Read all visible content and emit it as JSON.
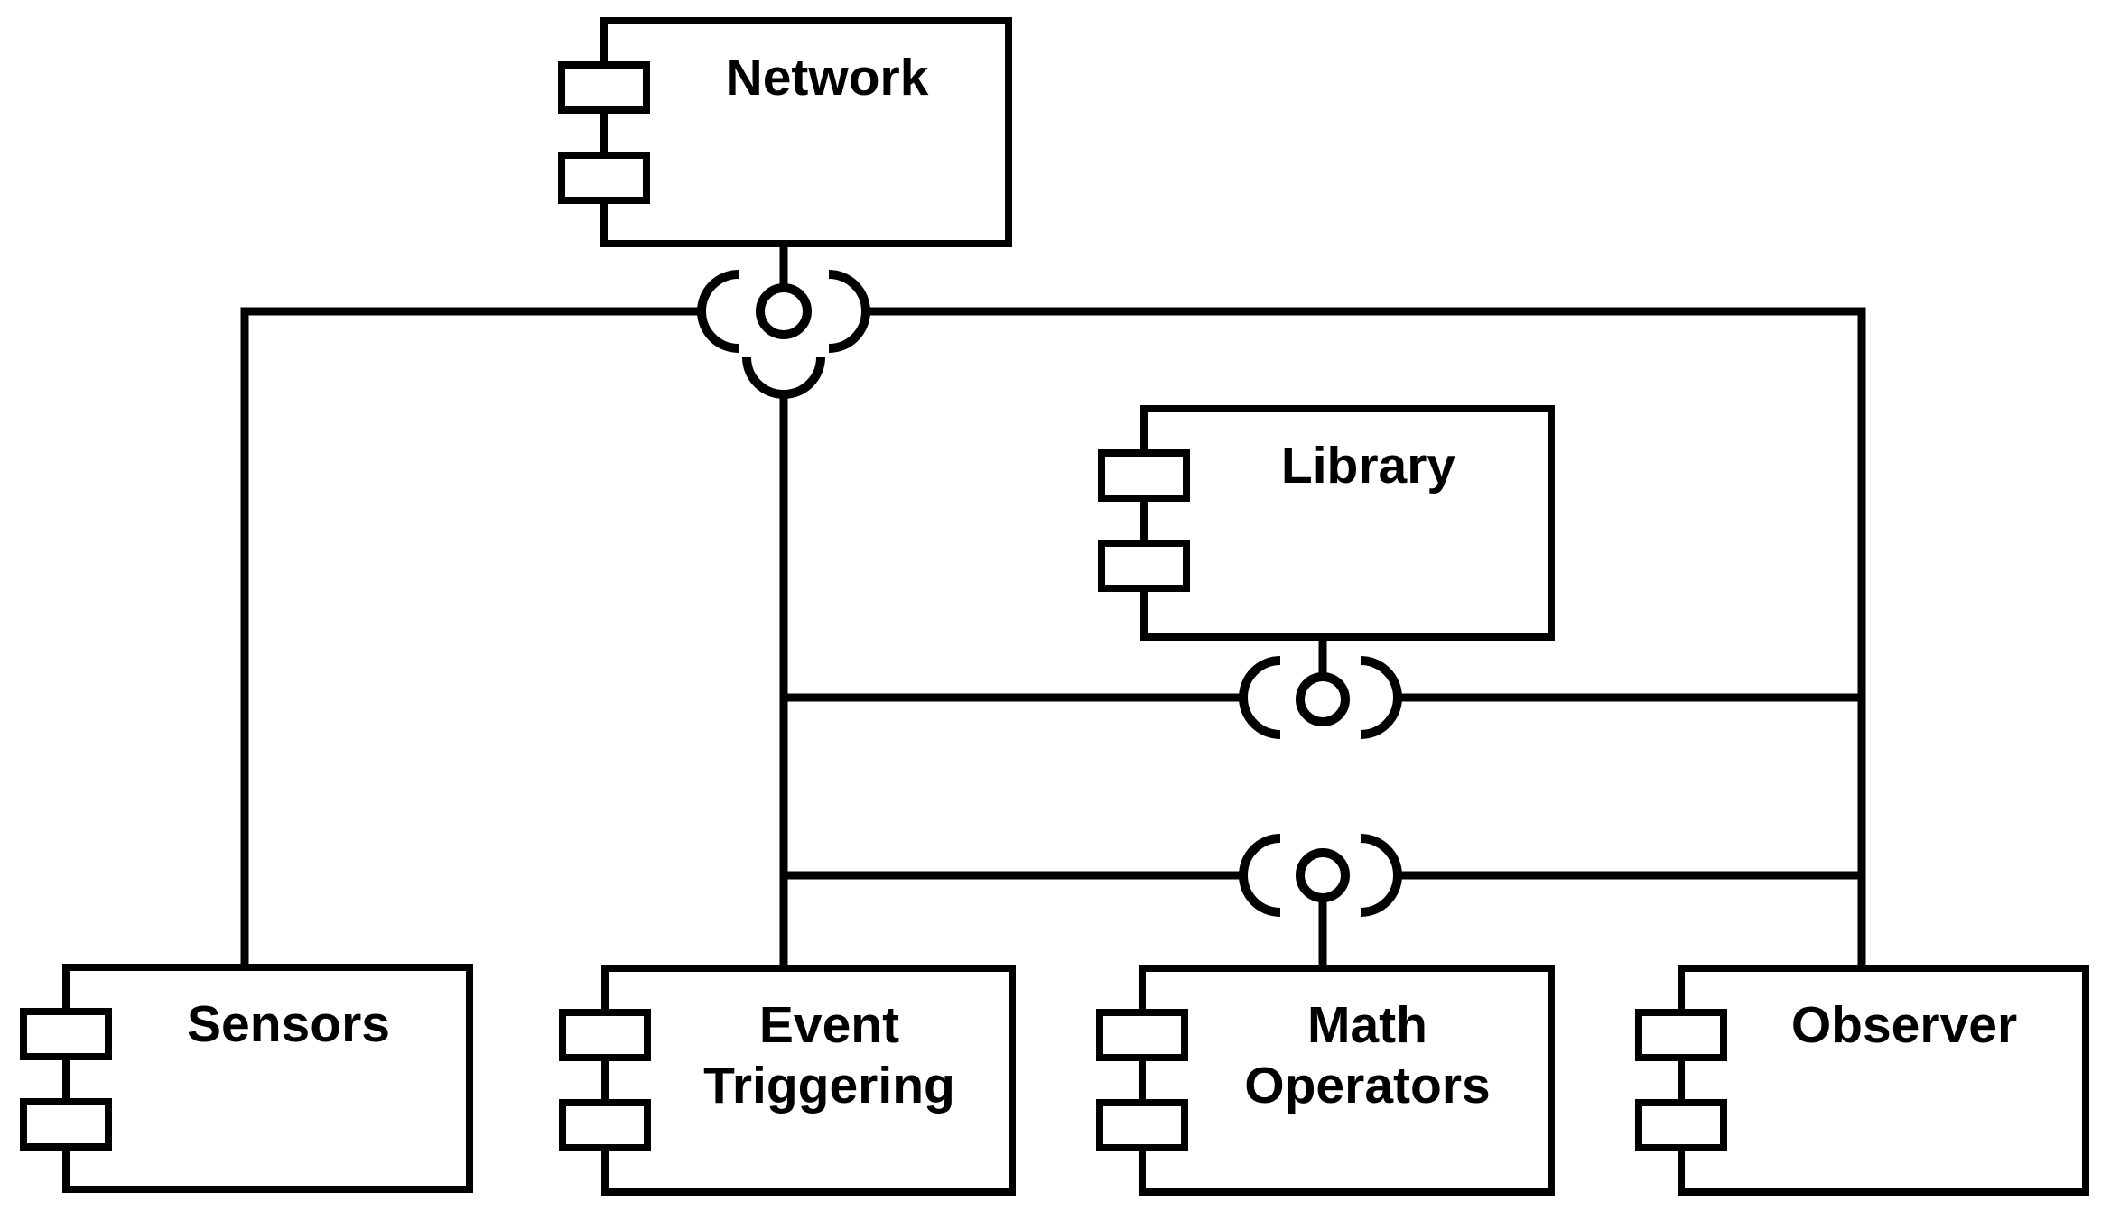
{
  "diagram": {
    "type": "uml-component-diagram",
    "notation": "ball-and-socket"
  },
  "colors": {
    "line": "#000000",
    "background": "#ffffff",
    "component_fill": "#ffffff",
    "text": "#000000"
  },
  "icons": {
    "port_tab": "small-rectangle-tab-pair-on-left-edge",
    "provided_interface_ball": "small-circle",
    "required_interface_socket": "open-half-circle-arc"
  },
  "components": {
    "network": {
      "lines": [
        "Network"
      ]
    },
    "library": {
      "lines": [
        "Library"
      ]
    },
    "sensors": {
      "lines": [
        "Sensors"
      ]
    },
    "event_triggering": {
      "lines": [
        "Event",
        "Triggering"
      ]
    },
    "math_operators": {
      "lines": [
        "Math",
        "Operators"
      ]
    },
    "observer": {
      "lines": [
        "Observer"
      ]
    }
  },
  "connectors": [
    {
      "provider": "Network",
      "consumers": [
        "Sensors",
        "Event Triggering",
        "Observer"
      ],
      "sockets": [
        "left",
        "right",
        "bottom"
      ],
      "style": "ball-and-socket"
    },
    {
      "provider": "Library",
      "consumers": [
        "Event Triggering",
        "Observer"
      ],
      "sockets": [
        "left",
        "right"
      ],
      "style": "ball-and-socket"
    },
    {
      "provider": "Math Operators",
      "consumers": [
        "Event Triggering",
        "Observer"
      ],
      "sockets": [
        "left",
        "right"
      ],
      "style": "ball-and-socket"
    }
  ]
}
